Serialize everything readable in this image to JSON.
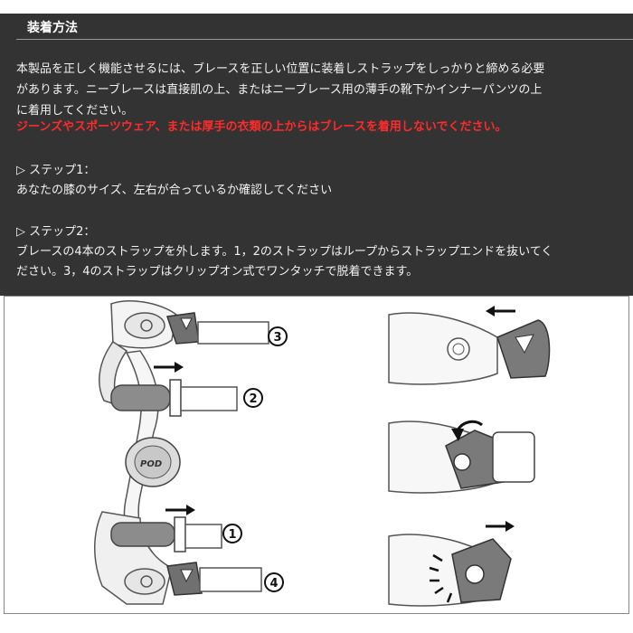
{
  "section": {
    "title": "装着方法"
  },
  "intro": {
    "line1": "本製品を正しく機能させるには、ブレースを正しい位置に装着しストラップをしっかりと締める必要",
    "line2": "があります。ニーブレースは直接肌の上、またはニーブレース用の薄手の靴下かインナーパンツの上",
    "line3": "に着用してください。",
    "warning": "ジーンズやスポーツウェア、または厚手の衣類の上からはブレースを着用しないでください。"
  },
  "step1": {
    "heading": "▷ ステップ1：",
    "text": "あなたの膝のサイズ、左右が合っているか確認してください"
  },
  "step2": {
    "heading": "▷ ステップ2：",
    "line1": "ブレースの4本のストラップを外します。1，2のストラップはループからストラップエンドを抜いてく",
    "line2": "ださい。3，4のストラップはクリップオン式でワンタッチで脱着できます。"
  },
  "illustration": {
    "labels": {
      "n1": "1",
      "n2": "2",
      "n3": "3",
      "n4": "4"
    },
    "logo": "POD",
    "icons": [
      "arrow-right-icon",
      "arrow-left-icon",
      "rotate-arrow-icon",
      "strap-clip-icon"
    ]
  },
  "colors": {
    "panel_bg": "#333333",
    "text": "#f2f2f2",
    "warning": "#ff2a2a",
    "strap_gray": "#8c8c8c",
    "clip_dark": "#6e6e6e"
  }
}
